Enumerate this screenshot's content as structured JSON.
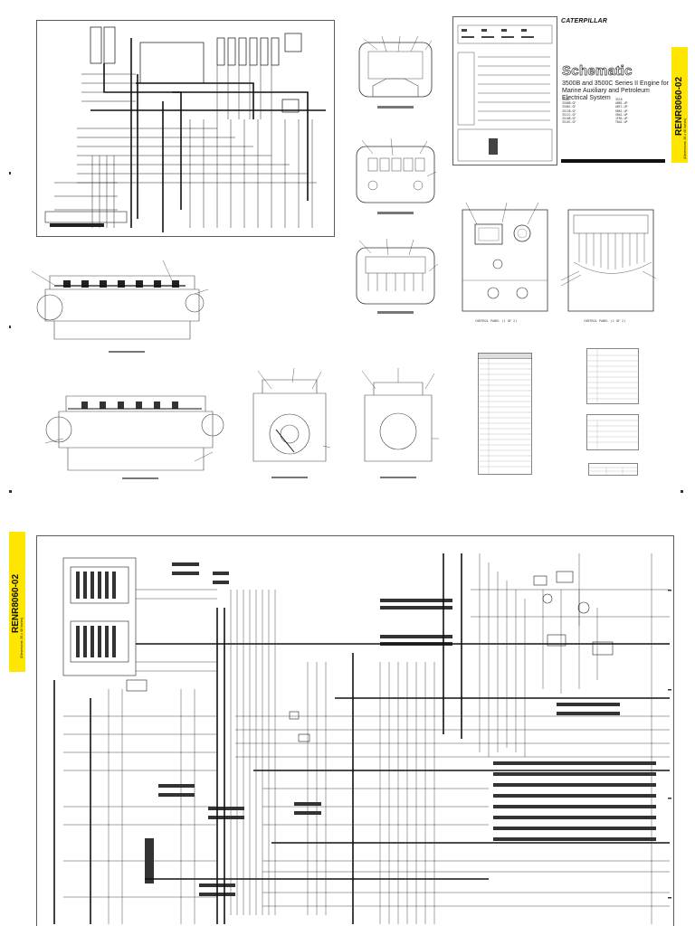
{
  "document": {
    "brand": "CATERPILLAR",
    "doc_number": "RENR8060-02",
    "tab_subtitle": "(Dimensions: 36 x 48 Inches)",
    "title": "Schematic",
    "subtitle": "3500B and 3500C Series II Engine for Marine Auxiliary and Petroleum Electrical System",
    "serial_rows_left": [
      "3508",
      "3508B-GF",
      "3508C-GF",
      "3512B-GF",
      "3512C-GF",
      "3516B-GF",
      "3516C-GF"
    ],
    "serial_rows_right": [
      "3516",
      "ABB1-UP",
      "ABF1-UP",
      "RBK1-UP",
      "SBA1-UP",
      "JFN1-UP",
      "TBA1-UP"
    ],
    "view_captions": {
      "control_panel_left": "CONTROL PANEL (1 OF 2)",
      "control_panel_right": "CONTROL PANEL (2 OF 2)"
    }
  },
  "colors": {
    "tab_yellow": "#ffe600",
    "line": "#222222",
    "paper": "#ffffff"
  }
}
